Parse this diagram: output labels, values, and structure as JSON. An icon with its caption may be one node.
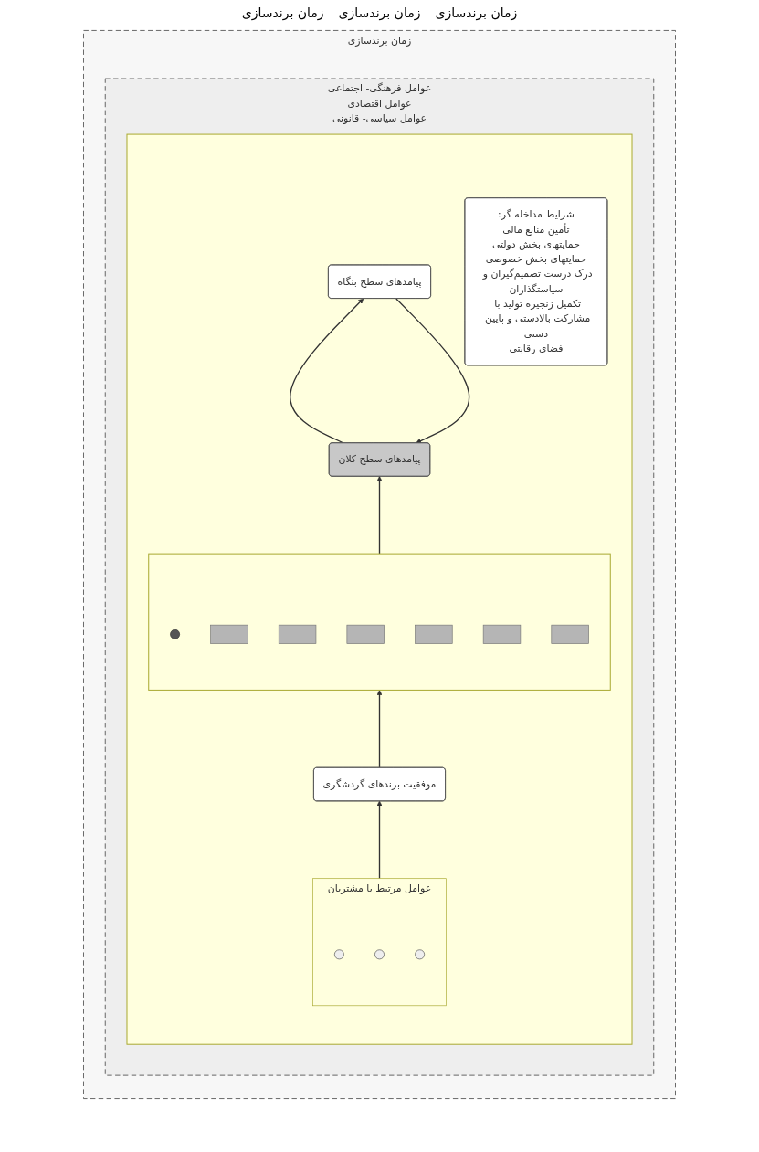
{
  "diagram": {
    "nodes": [
      {
        "text": [
          "زمان برندسازی"
        ]
      },
      {
        "text": [
          "عوامل فرهنگی- اجتماعی",
          "عوامل اقتصادی",
          "عوامل سیاسی- قانونی"
        ],
        "in": 0
      },
      {
        "text": [],
        "shape": "box",
        "in": 1
      },
      {
        "text": [
          "پیامدهای سطح بنگاه"
        ],
        "in": 2
      },
      {
        "text": [
          "پیامدهای سطح کلان"
        ],
        "in": 2
      },
      {
        "text": [],
        "shape": "box",
        "in": 2
      },
      {
        "text": [],
        "shape": "circle",
        "in": 5
      },
      {
        "text": [],
        "shape": "box",
        "in": 5
      },
      {
        "text": [],
        "shape": "box",
        "in": 5
      },
      {
        "text": [],
        "shape": "box",
        "in": 5
      },
      {
        "text": [],
        "shape": "box",
        "in": 5
      },
      {
        "text": [],
        "shape": "box",
        "in": 5
      },
      {
        "text": [],
        "shape": "box",
        "in": 5
      },
      {
        "text": [
          "موفقیت برندهای گردشگری"
        ],
        "in": 2
      },
      {
        "text": [
          "عوامل مرتبط با مشتریان"
        ],
        "in": 2
      },
      {
        "text": [],
        "shape": "circle",
        "in": 14
      },
      {
        "text": [],
        "shape": "circle",
        "in": 14
      },
      {
        "text": [],
        "shape": "circle",
        "in": 14
      },
      {
        "text": [
          "شرایط مداخله گر:",
          "تأمین منابع مالی",
          "حمایتهای بخش دولتی",
          "حمایتهای بخش خصوصی",
          "درک درست تصمیم‌گیران و سیاستگذاران",
          "تکمیل زنجیره تولید با مشارکت بالادستی و پایین دستی",
          "فضای رقابتی"
        ],
        "in": 2
      }
    ],
    "edges": [
      {
        "from": 14,
        "to": 13,
        "arrow": "to"
      },
      {
        "from": 13,
        "to": 5,
        "arrow": "to"
      },
      {
        "from": 5,
        "to": 4,
        "arrow": "to"
      },
      {
        "from": 4,
        "to": 3,
        "arrow": "to"
      },
      {
        "from": 3,
        "to": 4,
        "arrow": "to"
      }
    ],
    "labels": [
      "زمان برندسازی",
      "زمان برندسازی",
      "زمان برندسازی"
    ]
  }
}
